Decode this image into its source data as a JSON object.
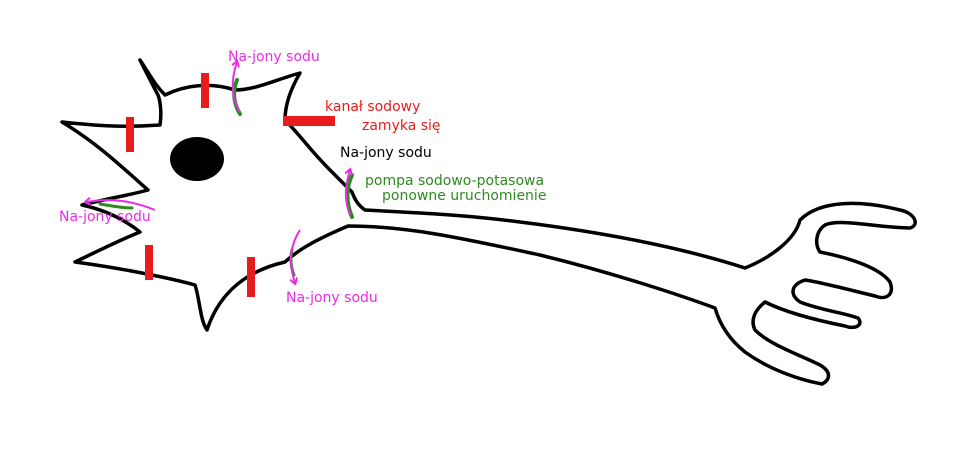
{
  "colors": {
    "background": "#ffffff",
    "outline": "#000000",
    "channel": "#e81c1c",
    "pump": "#2e8b1f",
    "arrow": "#e62ee6",
    "ion_label": "#e62ee6",
    "channel_label": "#e81c1c",
    "pump_label": "#2e8b1f",
    "plain_label": "#000000"
  },
  "labels": {
    "ions_top": "Na-jony sodu",
    "ions_left": "Na-jony sodu",
    "ions_bottom": "Na-jony sodu",
    "ions_middle": "Na-jony sodu",
    "channel_line1": "kanał sodowy",
    "channel_line2": "zamyka się",
    "pump_line1": "pompa sodowo-potasowa",
    "pump_line2": "ponowne uruchomienie"
  }
}
